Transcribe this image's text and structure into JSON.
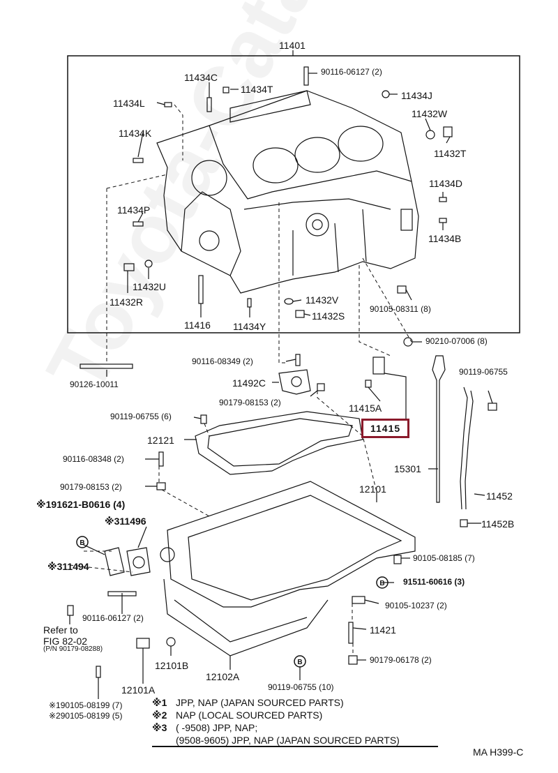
{
  "watermark": "Toyota-Catalog-Online.ru",
  "frame_label": "11401",
  "labels": {
    "l11401": "11401",
    "l90116_06127_top": "90116-06127 (2)",
    "l11434C": "11434C",
    "l11434T": "11434T",
    "l11434J": "11434J",
    "l11434L": "11434L",
    "l11432W": "11432W",
    "l11434K": "11434K",
    "l11432T": "11432T",
    "l11434D": "11434D",
    "l11434P": "11434P",
    "l11434B": "11434B",
    "l11432U": "11432U",
    "l11432R": "11432R",
    "l11432V": "11432V",
    "l90105_08311": "90105-08311 (8)",
    "l11416": "11416",
    "l11434Y": "11434Y",
    "l11432S": "11432S",
    "l90210_07006": "90210-07006 (8)",
    "l90116_08349": "90116-08349 (2)",
    "l90126_10011": "90126-10011",
    "l11492C": "11492C",
    "l90179_08153_a": "90179-08153 (2)",
    "l11415A": "11415A",
    "l90119_06755_right": "90119-06755",
    "l90119_06755_6": "90119-06755 (6)",
    "l11415": "11415",
    "l12121": "12121",
    "l90116_08348": "90116-08348 (2)",
    "l15301": "15301",
    "l90179_08153_b": "90179-08153 (2)",
    "l12101": "12101",
    "l11452": "11452",
    "l91621": "91621-B0616 (4)",
    "l11452B": "11452B",
    "l11496": "11496",
    "l90105_08185": "90105-08185 (7)",
    "l11494": "11494",
    "l91511": "91511-60616 (3)",
    "l90105_10237": "90105-10237 (2)",
    "l90116_06127_bot": "90116-06127 (2)",
    "l_refer": "Refer to",
    "l_fig": "FIG 82-02",
    "l_pn": "(P/N 90179-08288)",
    "l11421": "11421",
    "l12101B": "12101B",
    "l90179_06178": "90179-06178 (2)",
    "l12102A": "12102A",
    "l12101A": "12101A",
    "l90119_06755_10": "90119-06755 (10)",
    "l90105_08199_1": "90105-08199 (7)",
    "l90105_08199_2": "90105-08199 (5)"
  },
  "marks": {
    "star1": "※1",
    "star2": "※2",
    "star3": "※3",
    "b": "B"
  },
  "notes": [
    {
      "sym": "※1",
      "text": "JPP, NAP (JAPAN SOURCED PARTS)"
    },
    {
      "sym": "※2",
      "text": "NAP (LOCAL SOURCED PARTS)"
    },
    {
      "sym": "※3",
      "text": "(        -9508) JPP, NAP;"
    },
    {
      "sym": "",
      "text": "(9508-9605) JPP, NAP (JAPAN SOURCED PARTS)"
    }
  ],
  "footer_code": "MA  H399-C",
  "colors": {
    "highlight": "#8b1a2b",
    "ink": "#111111"
  }
}
